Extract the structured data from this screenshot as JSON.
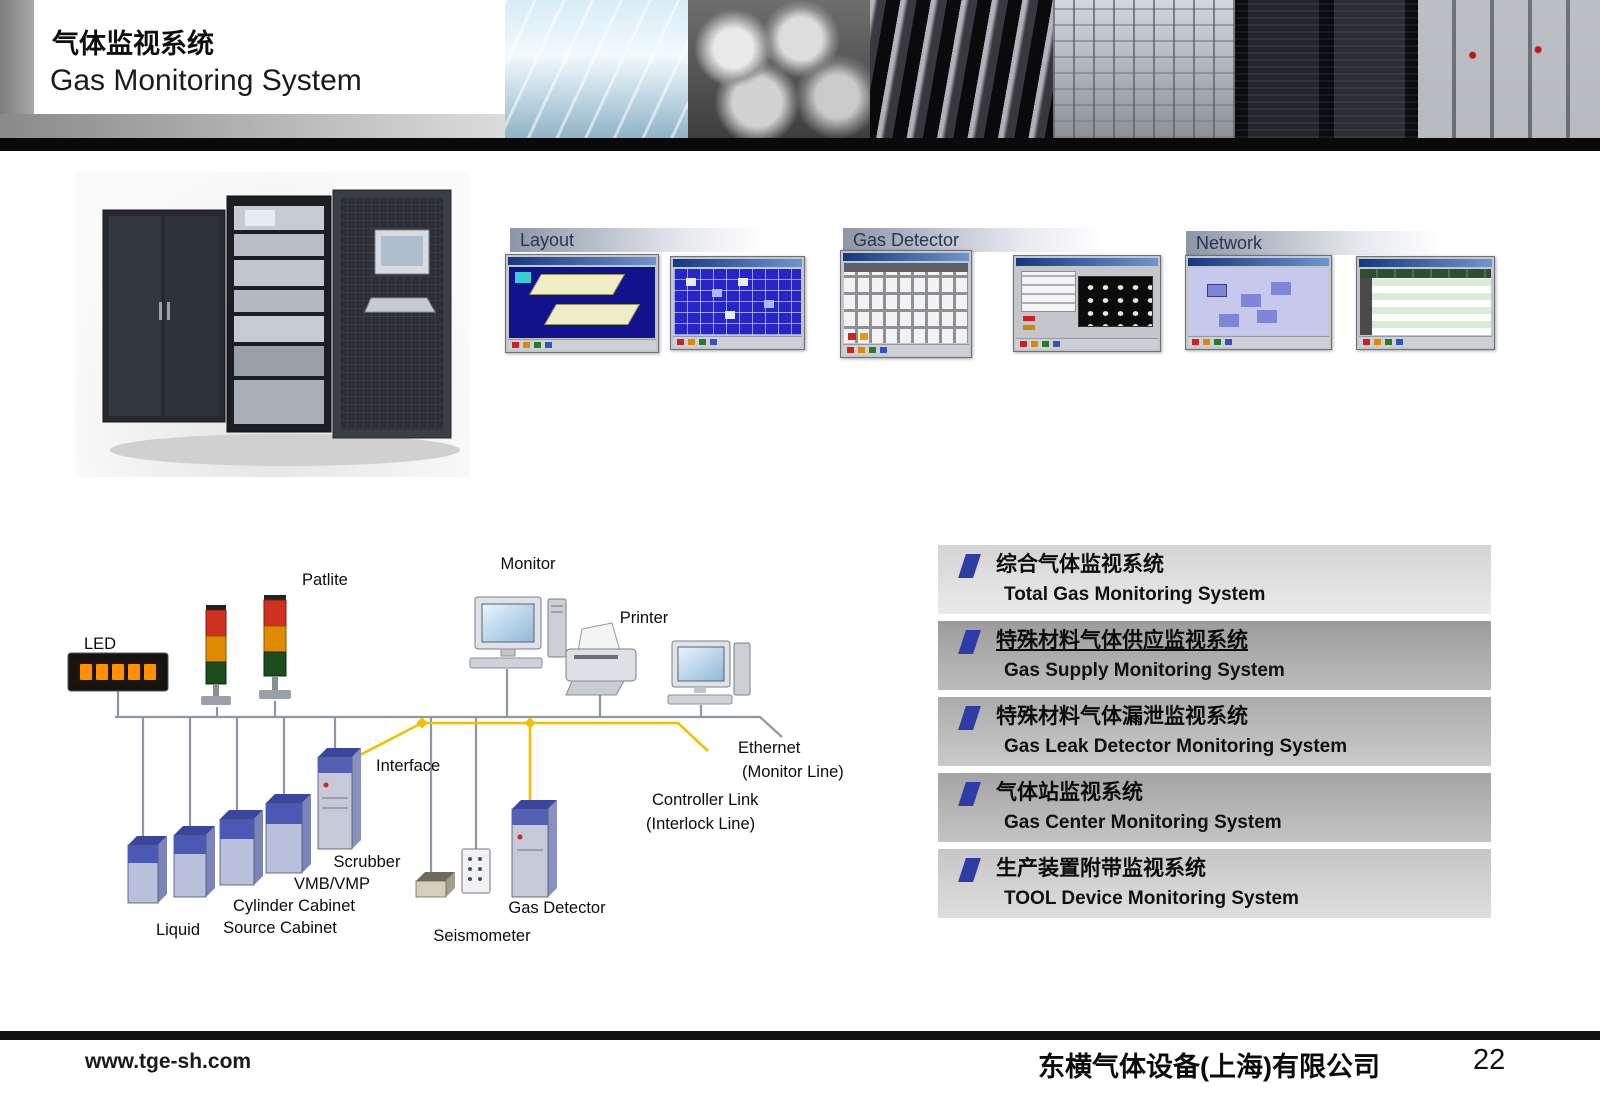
{
  "header": {
    "title_zh": "气体监视系统",
    "title_en": "Gas Monitoring System",
    "photos": [
      "cleanroom",
      "gas-spheres",
      "overhead-piping",
      "facility-structure",
      "dark-cabinets",
      "control-cabinets"
    ]
  },
  "gallery": {
    "groups": [
      {
        "label": "Layout"
      },
      {
        "label": "Gas Detector"
      },
      {
        "label": "Network"
      }
    ]
  },
  "diagram": {
    "labels": {
      "led": "LED",
      "patlite": "Patlite",
      "monitor": "Monitor",
      "printer": "Printer",
      "interface": "Interface",
      "ethernet": "Ethernet",
      "monitor_line": "(Monitor Line)",
      "controller_link": "Controller Link",
      "interlock_line": "(Interlock Line)",
      "scrubber": "Scrubber",
      "vmb_vmp": "VMB/VMP",
      "cylinder_cabinet": "Cylinder Cabinet",
      "source_cabinet": "Source Cabinet",
      "liquid": "Liquid",
      "seismometer": "Seismometer",
      "gas_detector": "Gas Detector"
    },
    "line_colors": {
      "monitor_line": "#8e96a0",
      "interlock_line": "#f0c000"
    }
  },
  "systems": [
    {
      "zh": "综合气体监视系统",
      "en": "Total Gas Monitoring System"
    },
    {
      "zh": "特殊材料气体供应监视系统",
      "en": "Gas Supply Monitoring System"
    },
    {
      "zh": "特殊材料气体漏泄监视系统",
      "en": "Gas Leak Detector Monitoring System"
    },
    {
      "zh": "气体站监视系统",
      "en": "Gas Center Monitoring System"
    },
    {
      "zh": "生产装置附带监视系统",
      "en": "TOOL Device Monitoring System"
    }
  ],
  "footer": {
    "website": "www.tge-sh.com",
    "company": "东横气体设备(上海)有限公司",
    "page": "22"
  },
  "colors": {
    "bullet_blue": "#2e3da6",
    "divider_black": "#0a0a0a",
    "label_text": "#2a3550"
  }
}
